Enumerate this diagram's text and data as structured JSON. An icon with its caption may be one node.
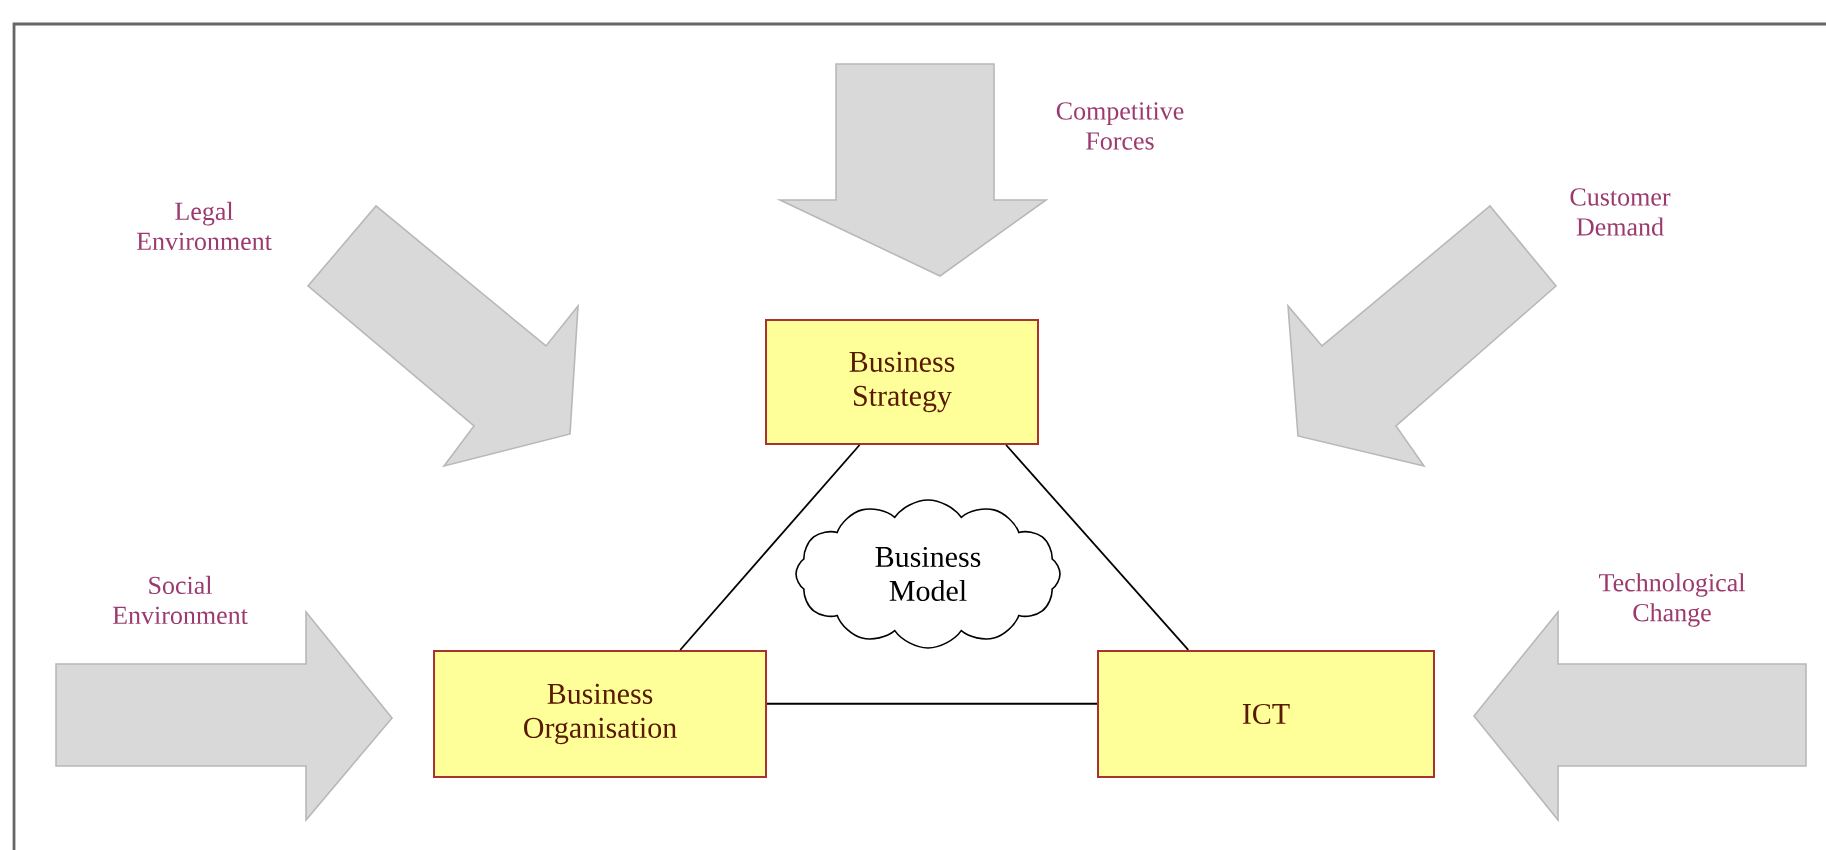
{
  "diagram": {
    "nodes": [
      {
        "text": [
          "Business Strategy"
        ]
      },
      {
        "text": [
          "Business Model"
        ]
      },
      {
        "text": [
          "Business Organisation"
        ]
      },
      {
        "text": [
          "ICT"
        ]
      }
    ],
    "edges": [
      {
        "from": 0,
        "to": 2,
        "arrow": "none"
      },
      {
        "from": 0,
        "to": 3,
        "arrow": "none"
      },
      {
        "from": 2,
        "to": 3,
        "arrow": "none"
      }
    ],
    "labels": [
      "Competitive Forces",
      "Legal Environment",
      "Customer Demand",
      "Social Environment",
      "Technological Change"
    ]
  }
}
